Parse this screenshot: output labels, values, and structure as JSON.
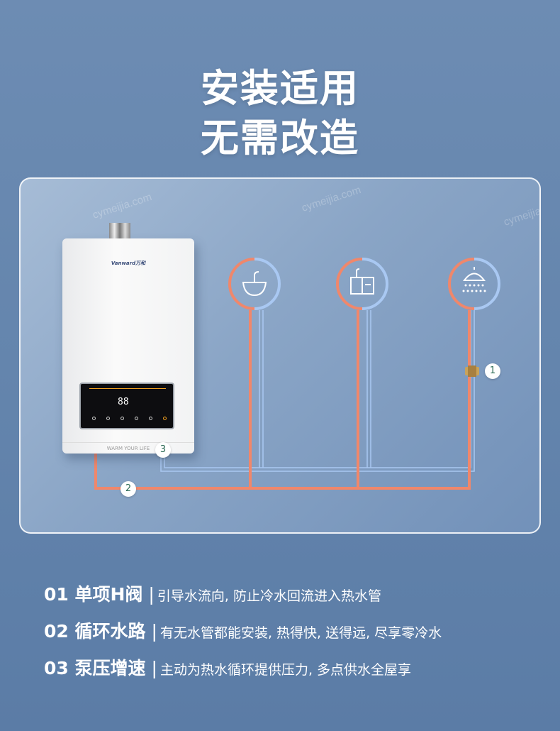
{
  "title": {
    "line1": "安装适用",
    "line2": "无需改造"
  },
  "watermark": "cymeijia.com",
  "heater": {
    "brand": "Vanward万和",
    "display": "88",
    "slogan": "WARM YOUR LIFE"
  },
  "markers": [
    "1",
    "2",
    "3"
  ],
  "features": [
    {
      "heading": "01 单项H阀",
      "separator": "|",
      "desc": "引导水流向, 防止冷水回流进入热水管"
    },
    {
      "heading": "02 循环水路",
      "separator": "|",
      "desc": "有无水管都能安装, 热得快, 送得远, 尽享零冷水"
    },
    {
      "heading": "03 泵压增速",
      "separator": "|",
      "desc": "主动为热水循环提供压力, 多点供水全屋享"
    }
  ],
  "colors": {
    "hot": "#f0876b",
    "cold": "#a9c8f2"
  }
}
